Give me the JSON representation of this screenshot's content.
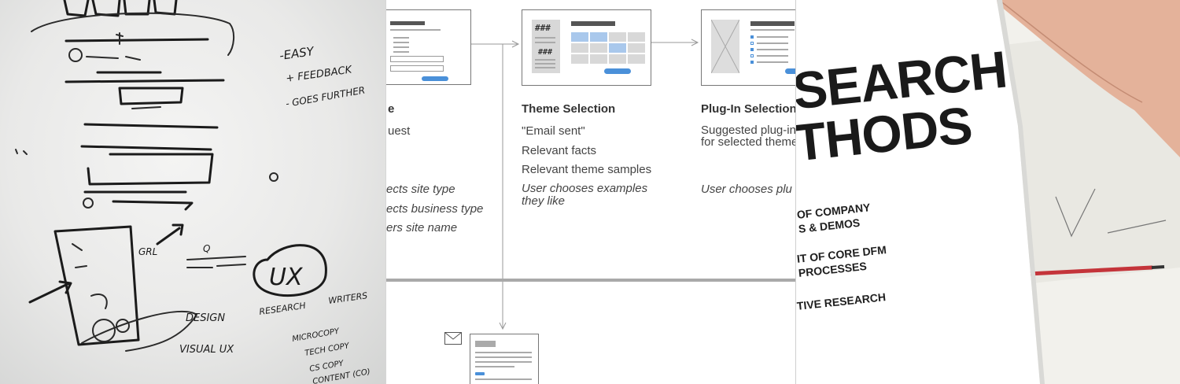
{
  "whiteboard": {
    "notes": [
      "-EASY",
      "+ FEEDBACK",
      "- GOES FURTHER"
    ],
    "sketch_words": [
      "UX",
      "RESEARCH",
      "WRITERS",
      "DESIGN",
      "VISUAL UX",
      "MICROCOPY",
      "TECH COPY",
      "CS COPY",
      "CONTENT (CO)",
      "Q",
      "GRL"
    ]
  },
  "wireframe": {
    "columns": [
      {
        "title": "e",
        "lines": [
          "uest"
        ],
        "italic_lines": [
          "ects site type",
          "ects business type",
          "ers site name"
        ]
      },
      {
        "title": "Theme Selection",
        "lines": [
          "\"Email sent\"",
          "Relevant facts",
          "Relevant theme samples"
        ],
        "italic_lines": [
          "User chooses examples they like"
        ]
      },
      {
        "title": "Plug-In Selection",
        "lines": [
          "Suggested plug-in",
          "for selected theme"
        ],
        "italic_lines": [
          "User chooses plu"
        ]
      }
    ],
    "mock_glyphs": [
      "###",
      "###"
    ]
  },
  "poster": {
    "headline": [
      "SEARCH",
      "THODS"
    ],
    "items": [
      [
        "OF COMPANY",
        "S & DEMOS"
      ],
      [
        "IT OF CORE DFM",
        "PROCESSES"
      ],
      [
        "TIVE RESEARCH"
      ]
    ]
  }
}
